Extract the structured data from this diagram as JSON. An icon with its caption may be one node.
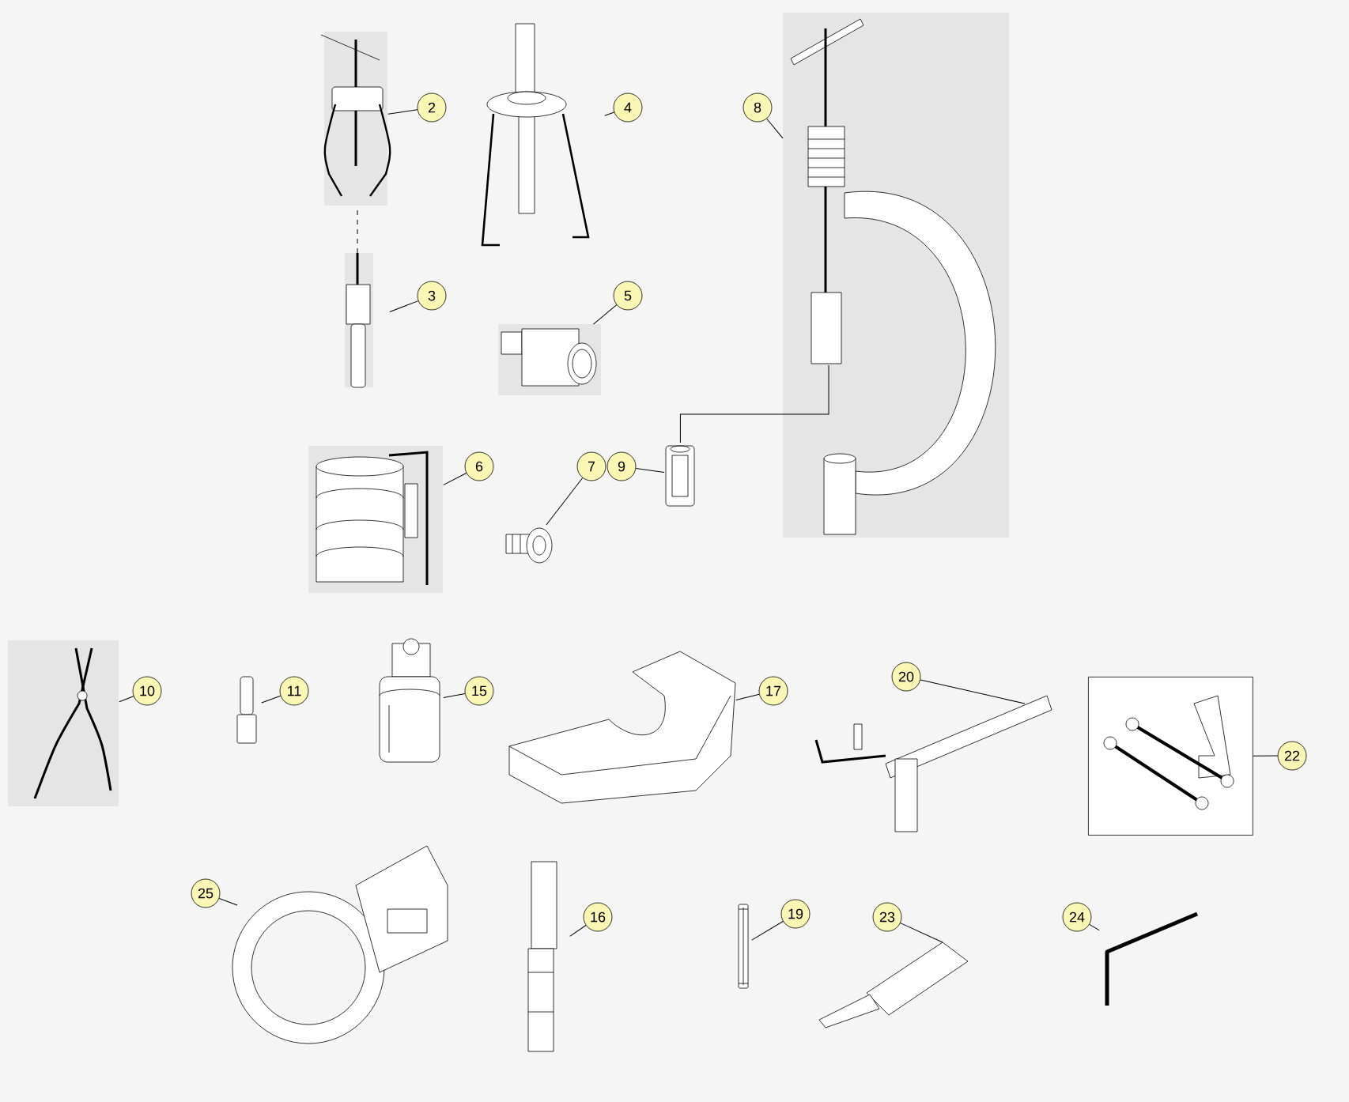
{
  "diagram": {
    "nodes": [
      {
        "text": [
          "2"
        ]
      },
      {
        "text": [],
        "shape": "picture"
      },
      {
        "text": [
          "4"
        ]
      },
      {
        "text": [],
        "shape": "picture"
      },
      {
        "text": [
          "8"
        ]
      },
      {
        "text": [],
        "shape": "picture"
      },
      {
        "text": [
          "3"
        ]
      },
      {
        "text": [],
        "shape": "picture"
      },
      {
        "text": [
          "5"
        ]
      },
      {
        "text": [],
        "shape": "picture"
      },
      {
        "text": [
          "6"
        ]
      },
      {
        "text": [],
        "shape": "picture"
      },
      {
        "text": [
          "7"
        ]
      },
      {
        "text": [],
        "shape": "picture"
      },
      {
        "text": [
          "9"
        ]
      },
      {
        "text": [],
        "shape": "picture"
      },
      {
        "text": [
          "10"
        ]
      },
      {
        "text": [],
        "shape": "picture"
      },
      {
        "text": [
          "11"
        ]
      },
      {
        "text": [],
        "shape": "picture"
      },
      {
        "text": [
          "15"
        ]
      },
      {
        "text": [],
        "shape": "picture"
      },
      {
        "text": [
          "17"
        ]
      },
      {
        "text": [],
        "shape": "picture"
      },
      {
        "text": [
          "20"
        ]
      },
      {
        "text": [],
        "shape": "picture"
      },
      {
        "text": [
          "22"
        ]
      },
      {
        "text": [],
        "shape": "box"
      },
      {
        "text": [
          "25"
        ]
      },
      {
        "text": [],
        "shape": "picture"
      },
      {
        "text": [
          "16"
        ]
      },
      {
        "text": [],
        "shape": "picture"
      },
      {
        "text": [
          "19"
        ]
      },
      {
        "text": [],
        "shape": "picture"
      },
      {
        "text": [
          "23"
        ]
      },
      {
        "text": [],
        "shape": "picture"
      },
      {
        "text": [
          "24"
        ]
      },
      {
        "text": [],
        "shape": "picture"
      }
    ],
    "edges": [
      {
        "from": 0,
        "to": 1,
        "arrow": "none"
      },
      {
        "from": 2,
        "to": 3,
        "arrow": "none"
      },
      {
        "from": 4,
        "to": 5,
        "arrow": "none"
      },
      {
        "from": 6,
        "to": 7,
        "arrow": "none"
      },
      {
        "from": 8,
        "to": 9,
        "arrow": "none"
      },
      {
        "from": 10,
        "to": 11,
        "arrow": "none"
      },
      {
        "from": 12,
        "to": 13,
        "arrow": "none"
      },
      {
        "from": 14,
        "to": 15,
        "arrow": "none"
      },
      {
        "from": 16,
        "to": 17,
        "arrow": "none"
      },
      {
        "from": 18,
        "to": 19,
        "arrow": "none"
      },
      {
        "from": 20,
        "to": 21,
        "arrow": "none"
      },
      {
        "from": 22,
        "to": 23,
        "arrow": "none"
      },
      {
        "from": 24,
        "to": 25,
        "arrow": "none"
      },
      {
        "from": 26,
        "to": 27,
        "arrow": "none"
      },
      {
        "from": 28,
        "to": 29,
        "arrow": "none"
      },
      {
        "from": 30,
        "to": 31,
        "arrow": "none"
      },
      {
        "from": 32,
        "to": 33,
        "arrow": "none"
      },
      {
        "from": 34,
        "to": 35,
        "arrow": "none"
      },
      {
        "from": 36,
        "to": 37,
        "arrow": "none"
      },
      {
        "from": 7,
        "to": 1,
        "arrow": "none",
        "style": "dashed"
      },
      {
        "from": 15,
        "to": 5,
        "arrow": "none"
      }
    ]
  }
}
